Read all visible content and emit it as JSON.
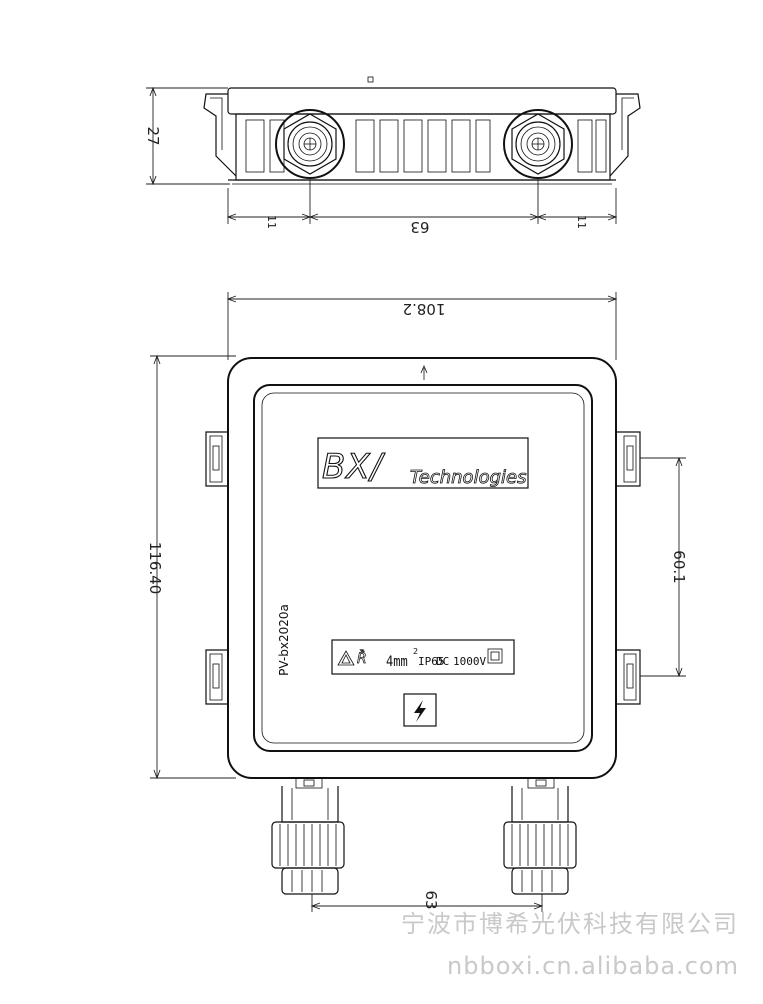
{
  "dimensions": {
    "top_height": "27",
    "top_left_half": "11",
    "top_spacing": "63",
    "top_right_half": "11",
    "width": "108.2",
    "height": "116.40",
    "clip_spacing": "60.1",
    "bottom_spacing": "63"
  },
  "label": {
    "brand_mark": "BX/",
    "brand_text": "Technologies",
    "model": "PV-bx2020a",
    "spec_cable": "4mm",
    "spec_cable_sup": "2",
    "spec_ip": "IP65",
    "spec_dc": "DC",
    "spec_voltage": "1000V"
  },
  "watermark": {
    "company": "宁波市博希光伏科技有限公司",
    "url": "nbboxi.cn.alibaba.com"
  },
  "icons": [
    "warning-triangle-icon",
    "ul-mark-icon",
    "double-insulation-icon",
    "lightning-bolt-icon",
    "direction-arrow-icon"
  ]
}
